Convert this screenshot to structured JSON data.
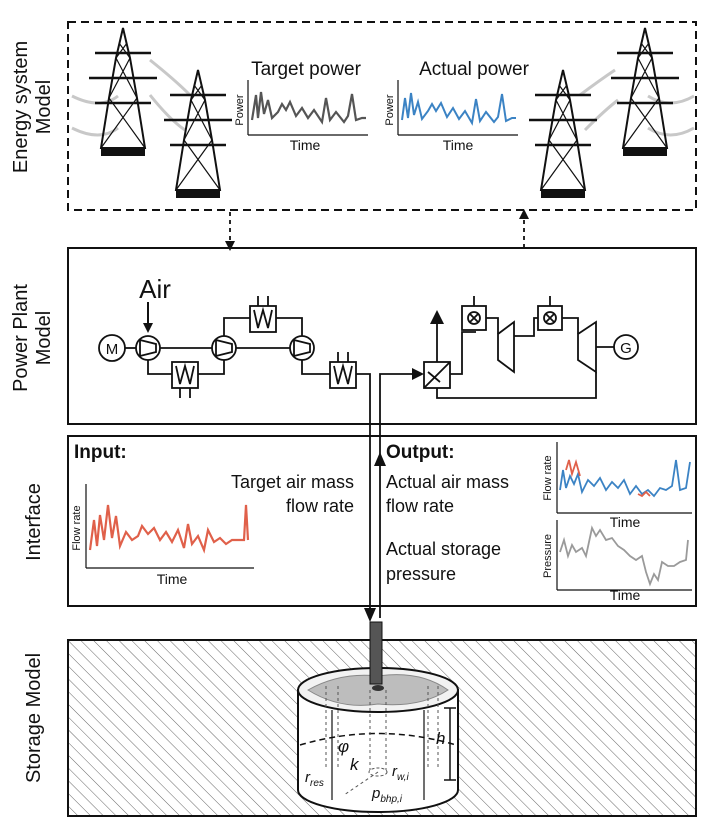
{
  "sections": {
    "energy": {
      "label_line1": "Energy system",
      "label_line2": "Model",
      "target_chart": {
        "title": "Target power",
        "xlabel": "Time",
        "ylabel": "Power",
        "color": "#555555"
      },
      "actual_chart": {
        "title": "Actual power",
        "xlabel": "Time",
        "ylabel": "Power",
        "color": "#3b83c4"
      }
    },
    "plant": {
      "label_line1": "Power Plant",
      "label_line2": "Model",
      "air_label": "Air",
      "motor_symbol": "M",
      "generator_symbol": "G"
    },
    "interface": {
      "label": "Interface",
      "input_title": "Input:",
      "input_desc_line1": "Target air mass",
      "input_desc_line2": "flow rate",
      "input_chart": {
        "xlabel": "Time",
        "ylabel": "Flow rate",
        "color": "#e0604a"
      },
      "output_title": "Output:",
      "output_desc1_line1": "Actual air mass",
      "output_desc1_line2": "flow rate",
      "output_desc2_line1": "Actual storage",
      "output_desc2_line2": "pressure",
      "flow_chart": {
        "xlabel": "Time",
        "ylabel": "Flow rate",
        "color": "#3b83c4",
        "highlight_color": "#e0604a"
      },
      "pressure_chart": {
        "xlabel": "Time",
        "ylabel": "Pressure",
        "color": "#9a9a9a"
      }
    },
    "storage": {
      "label": "Storage Model",
      "param_phi": "φ",
      "param_k": "k",
      "param_h": "h",
      "param_rres": "r",
      "param_rres_sub": "res",
      "param_rwi": "r",
      "param_rwi_sub": "w,i",
      "param_pbhp": "p",
      "param_pbhp_sub": "bhp,i"
    }
  },
  "colors": {
    "line": "#111111",
    "blue": "#3b83c4",
    "red": "#e0604a",
    "gray": "#9a9a9a",
    "dark_gray": "#555555"
  }
}
